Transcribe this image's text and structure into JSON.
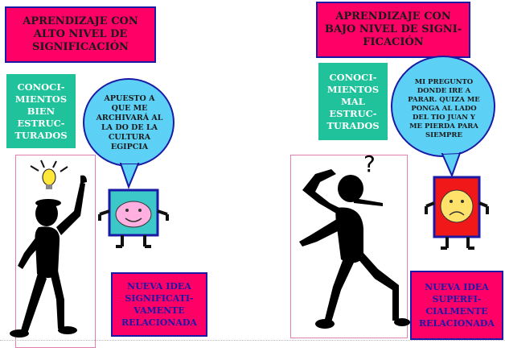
{
  "left": {
    "title": "APRENDIZAJE CON ALTO NIVEL DE SIGNIFICACIÓN",
    "knowledge_box": "CONOCI-\nMIENTOS\nBIEN\nESTRUC-\nTURADOS",
    "speech": "APUESTO A QUE ME ARCHIVARÁ AL LA DO DE LA CULTURA EGIPCIA",
    "idea_box": "NUEVA IDEA SIGNIFICATI-\nVAMENTE RELACIONADA",
    "face": "happy",
    "face_color": "#3cc8c8"
  },
  "right": {
    "title": "APRENDIZAJE CON BAJO NIVEL DE SIGNI-\nFICACIÓN",
    "knowledge_box": "CONOCI-\nMIENTOS\nMAL\nESTRUC-\nTURADOS",
    "speech": "MI PREGUNTO DONDE IRE A PARAR. QUIZA ME PONGA AL LADO DEL TIO JUAN Y ME PIERDA PARA SIEMPRE",
    "idea_box": "NUEVA IDEA SUPERFI-\nCIALMENTE RELACIONADA",
    "face": "sad",
    "face_color": "#f01818",
    "thought_symbol": "?"
  },
  "colors": {
    "title_bg": "#ff0066",
    "box_border": "#1a1aa6",
    "green": "#1fc29a",
    "bubble": "#5cd0f5",
    "face_yellow": "#ffe26a"
  }
}
